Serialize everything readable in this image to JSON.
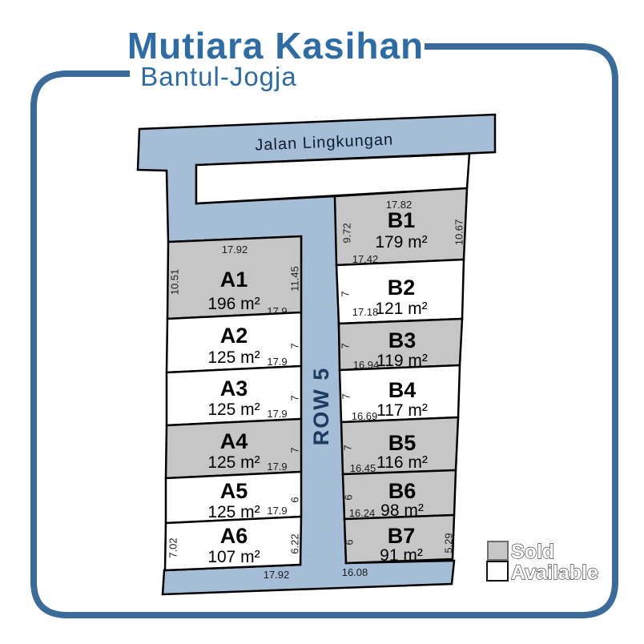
{
  "header": {
    "title": "Mutiara Kasihan",
    "subtitle": "Bantul-Jogja"
  },
  "roads": {
    "top_label": "Jalan Lingkungan",
    "vertical_label": "ROW 5"
  },
  "legend": {
    "sold_label": "Sold",
    "available_label": "Available",
    "sold_color": "#c6c6c6",
    "available_color": "#ffffff"
  },
  "colors": {
    "road": "#a6bdd7",
    "frame": "#3a6b99",
    "title": "#2e6ca6"
  },
  "lots": [
    {
      "id": "A1",
      "area": "196 m²",
      "status": "sold",
      "dim_top": "17.92",
      "dim_left": "10.51",
      "dim_right": "11.45",
      "dim_bottom": "17.9"
    },
    {
      "id": "A2",
      "area": "125 m²",
      "status": "available",
      "dim_right": "7",
      "dim_bottom": "17.9"
    },
    {
      "id": "A3",
      "area": "125 m²",
      "status": "available",
      "dim_right": "7",
      "dim_bottom": "17.9"
    },
    {
      "id": "A4",
      "area": "125 m²",
      "status": "sold",
      "dim_right": "7",
      "dim_bottom": "17.9"
    },
    {
      "id": "A5",
      "area": "125 m²",
      "status": "available",
      "dim_right": "6",
      "dim_bottom": "17.9"
    },
    {
      "id": "A6",
      "area": "107 m²",
      "status": "available",
      "dim_left": "7.02",
      "dim_right": "6.22",
      "dim_bottom": "17.92"
    },
    {
      "id": "B1",
      "area": "179 m²",
      "status": "sold",
      "dim_top": "17.82",
      "dim_left": "9.72",
      "dim_right": "10.67",
      "dim_bottom": "17.42"
    },
    {
      "id": "B2",
      "area": "121 m²",
      "status": "available",
      "dim_left": "7",
      "dim_bottom": "17.18"
    },
    {
      "id": "B3",
      "area": "119 m²",
      "status": "sold",
      "dim_left": "7",
      "dim_bottom": "16.94"
    },
    {
      "id": "B4",
      "area": "117 m²",
      "status": "available",
      "dim_left": "7",
      "dim_bottom": "16.69"
    },
    {
      "id": "B5",
      "area": "116 m²",
      "status": "sold",
      "dim_left": "7",
      "dim_bottom": "16.45"
    },
    {
      "id": "B6",
      "area": "98 m²",
      "status": "sold",
      "dim_left": "6",
      "dim_bottom": "16.24"
    },
    {
      "id": "B7",
      "area": "91 m²",
      "status": "sold",
      "dim_left": "6",
      "dim_right": "5.29",
      "dim_bottom": "16.08"
    }
  ]
}
